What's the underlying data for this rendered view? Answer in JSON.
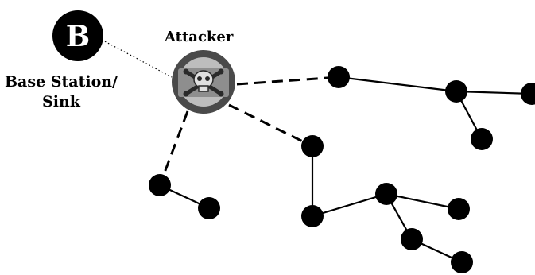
{
  "labels": {
    "attacker": "Attacker",
    "base_station_line1": "Base Station/",
    "base_station_line2": "Sink",
    "base_station_letter": "B"
  },
  "icons": {
    "attacker": "skull-crossbones-icon",
    "base_station": "letter-b-circle-icon"
  },
  "colors": {
    "node": "#000000",
    "attacker_ring": "#4a4a4a",
    "attacker_fill": "#9a9a9a",
    "background": "#ffffff"
  },
  "links": {
    "base_to_attacker": "dotted",
    "attacker_to_network": "dashed",
    "network": "solid"
  }
}
